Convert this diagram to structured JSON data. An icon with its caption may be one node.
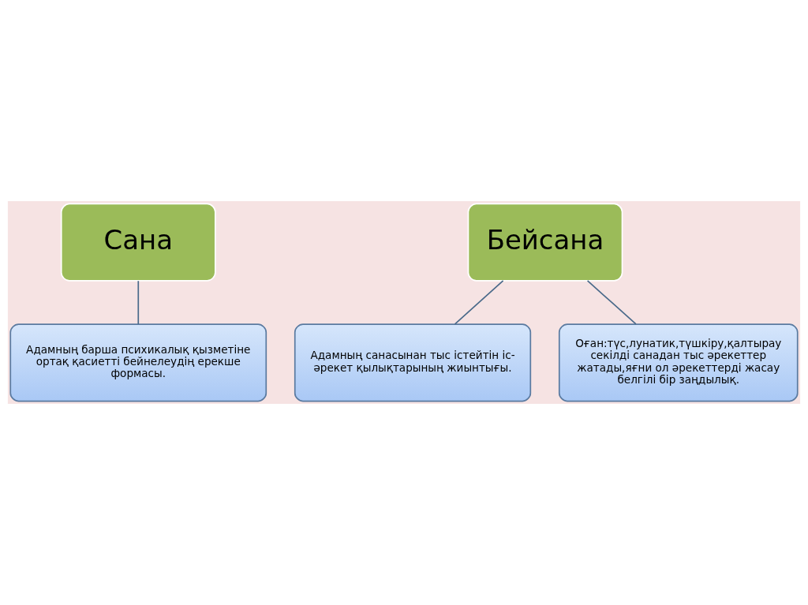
{
  "diagram": {
    "nodes": [
      {
        "text": [
          "Сана"
        ]
      },
      {
        "text": [
          "Бейсана"
        ]
      },
      {
        "text": [
          "Адамның барша психикалық қызметіне ортақ қасиетті бейнелеудің ерекше формасы."
        ]
      },
      {
        "text": [
          "Адамның санасынан тыс істейтін іс-әрекет қылықтарының жиынтығы."
        ]
      },
      {
        "text": [
          "Оған:түс,лунатик,түшкіру,қалтырау секілді санадан тыс әрекеттер жатады,яғни ол әрекеттерді жасау белгілі бір заңдылық."
        ]
      }
    ],
    "edges": [
      {
        "from": 0,
        "to": 2,
        "arrow": "none"
      },
      {
        "from": 1,
        "to": 3,
        "arrow": "none"
      },
      {
        "from": 1,
        "to": 4,
        "arrow": "none"
      }
    ]
  }
}
